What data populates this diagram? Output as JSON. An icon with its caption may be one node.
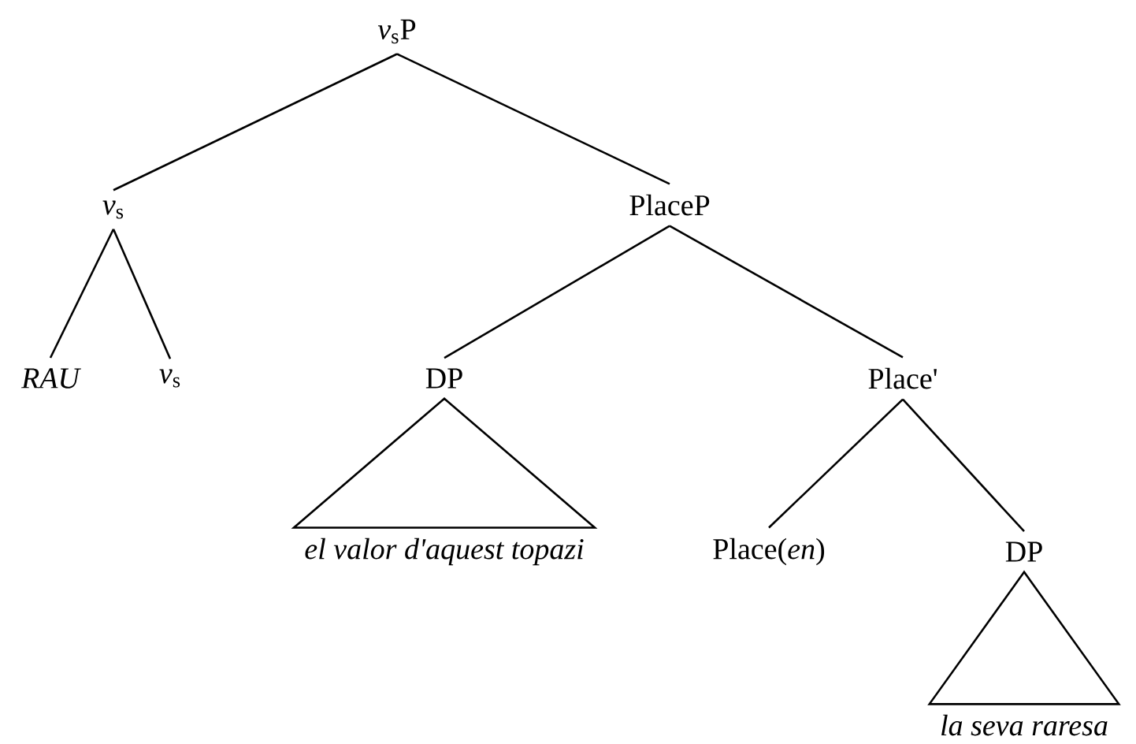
{
  "diagram": {
    "nodes": [
      {
        "text": [
          "*v*$_{s}$P"
        ]
      },
      {
        "text": [
          "*v*$_{s}$"
        ]
      },
      {
        "text": [
          "PlaceP"
        ]
      },
      {
        "text": [
          "RAU"
        ]
      },
      {
        "text": [
          "*v*$_{s}$"
        ]
      },
      {
        "text": [
          "DP"
        ]
      },
      {
        "text": [
          "Place'"
        ]
      },
      {
        "text": [
          "el valor d'aquest topazi"
        ]
      },
      {
        "text": [
          "Place(*en*)"
        ]
      },
      {
        "text": [
          "DP"
        ]
      },
      {
        "text": [
          "la seva raresa"
        ]
      }
    ],
    "edges": [
      {
        "from": 0,
        "to": 1,
        "arrow": "none"
      },
      {
        "from": 0,
        "to": 2,
        "arrow": "none"
      },
      {
        "from": 1,
        "to": 3,
        "arrow": "none"
      },
      {
        "from": 1,
        "to": 4,
        "arrow": "none"
      },
      {
        "from": 2,
        "to": 5,
        "arrow": "none"
      },
      {
        "from": 2,
        "to": 6,
        "arrow": "none"
      },
      {
        "from": 5,
        "to": 7,
        "arrow": "none"
      },
      {
        "from": 6,
        "to": 8,
        "arrow": "none"
      },
      {
        "from": 6,
        "to": 9,
        "arrow": "none"
      },
      {
        "from": 9,
        "to": 10,
        "arrow": "none"
      }
    ]
  }
}
